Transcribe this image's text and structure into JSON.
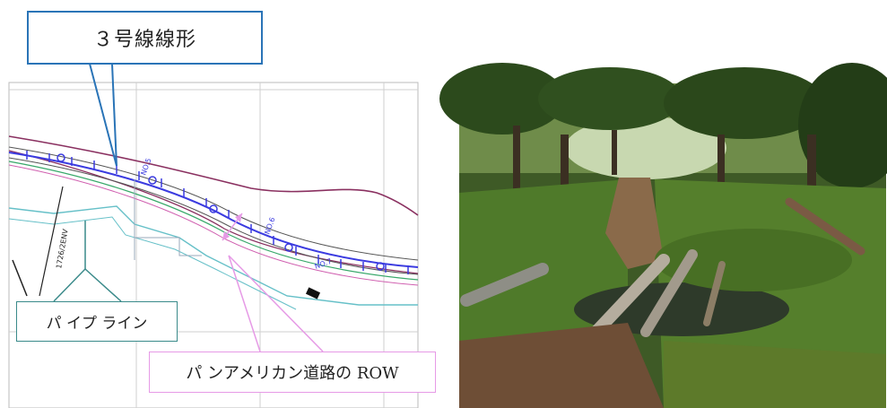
{
  "callouts": {
    "line3_alignment": "３号線線形",
    "pipeline": "パ イプ ライン",
    "panamerican_row": "パ ンアメリカン道路の ROW"
  },
  "colors": {
    "line3_callout_border": "#2a74b7",
    "pipeline_callout_border": "#3a8a8a",
    "row_callout_border": "#e69ae6",
    "road_alignment": "#3b3be0",
    "row_boundary": "#8a3060"
  },
  "map_labels": {
    "station_1": "NO.5",
    "station_2": "NO.6",
    "station_3": "NO.7",
    "survey_text": "1726/2ENV"
  }
}
